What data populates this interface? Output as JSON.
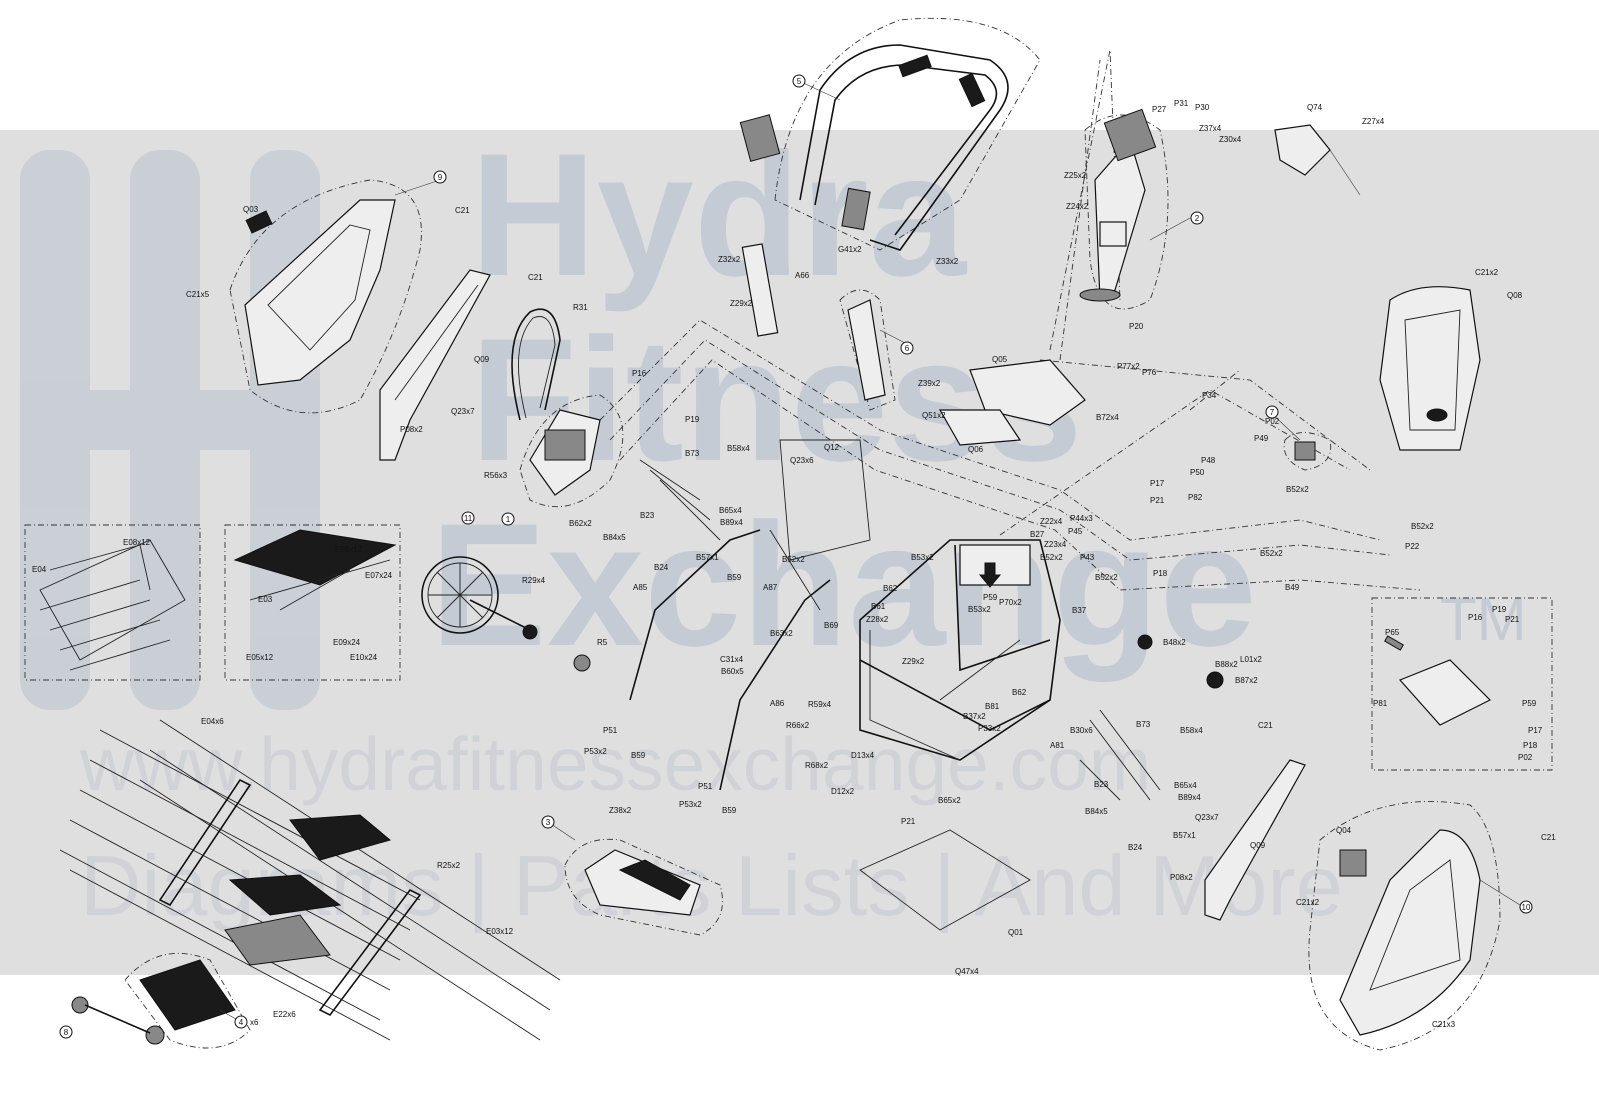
{
  "watermark": {
    "brand_lines": [
      "Hydra",
      "Fitness",
      "Exchange"
    ],
    "tm": "TM",
    "url": "www.hydrafitnessexchange.com",
    "tagline": "Diagrams | Parts Lists | And More"
  },
  "callouts": [
    "1",
    "2",
    "3",
    "4",
    "5",
    "6",
    "7",
    "8",
    "9",
    "10",
    "11"
  ],
  "labels": {
    "q03": "Q03",
    "c21": "C21",
    "c21x5": "C21x5",
    "c21b": "C21",
    "q09": "Q09",
    "q23x7": "Q23x7",
    "p08x2": "P08x2",
    "r31": "R31",
    "r56x3": "R56x3",
    "b62x2": "B62x2",
    "p16": "P16",
    "p19": "P19",
    "b73": "B73",
    "b58x4": "B58x4",
    "b23": "B23",
    "b65x4": "B65x4",
    "b89x4": "B89x4",
    "b84x5": "B84x5",
    "b24": "B24",
    "b57x1": "B57x1",
    "b59": "B59",
    "q12": "Q12",
    "q23x6": "Q23x6",
    "a87": "A87",
    "b52x2": "B52x2",
    "a85": "A85",
    "c31x4": "C31x4",
    "b60x5": "B60x5",
    "a86": "A86",
    "p51": "P51",
    "p53x2": "P53x2",
    "b59b": "B59",
    "p51b": "P51",
    "p53x2b": "P53x2",
    "b59c": "B59",
    "b63x2": "B63x2",
    "b69": "B69",
    "r66x2": "R66x2",
    "r68x2": "R68x2",
    "r59x4": "R59x4",
    "d13x4": "D13x4",
    "d12x2": "D12x2",
    "z32x2": "Z32x2",
    "a66": "A66",
    "z29x2": "Z29x2",
    "g41x2": "G41x2",
    "z33x2": "Z33x2",
    "z39x2": "Z39x2",
    "q51x2": "Q51x2",
    "q06": "Q06",
    "q05": "Q05",
    "b72x4": "B72x4",
    "p77x2": "P77x2",
    "p76": "P76",
    "p34": "P34",
    "p02": "P02",
    "p49": "P49",
    "p27": "P27",
    "p31": "P31",
    "p30": "P30",
    "z37x4": "Z37x4",
    "z30x4": "Z30x4",
    "z25x2": "Z25x2",
    "z24x2": "Z24x2",
    "p20": "P20",
    "q74": "Q74",
    "z27x4": "Z27x4",
    "c21x2": "C21x2",
    "q08": "Q08",
    "b53x2": "B53x2",
    "z22x4": "Z22x4",
    "b27": "B27",
    "z23x4": "Z23x4",
    "p44x3": "P44x3",
    "p45": "P45",
    "p43": "P43",
    "p59": "P59",
    "p70x2": "P70x2",
    "b52x2b": "B52x2",
    "b37": "B37",
    "p18": "P18",
    "b52x2c": "B52x2",
    "b49": "B49",
    "b52x2d": "B52x2",
    "p22": "P22",
    "p48": "P48",
    "p50": "P50",
    "p17": "P17",
    "p21": "P21",
    "p82": "P82",
    "b62": "B62",
    "b61": "B61",
    "z28x2": "Z28x2",
    "z29x2b": "Z29x2",
    "b37x2": "B37x2",
    "p33x2": "P33x2",
    "b81": "B81",
    "b62b": "B62",
    "b30x6": "B30x6",
    "a81": "A81",
    "b65x2": "B65x2",
    "p21b": "P21",
    "b73b": "B73",
    "b58x4b": "B58x4",
    "b23b": "B23",
    "b65x4b": "B65x4",
    "b89x4b": "B89x4",
    "b84x5b": "B84x5",
    "b24b": "B24",
    "b57x1b": "B57x1",
    "q01": "Q01",
    "q47x4": "Q47x4",
    "b48x2": "B48x2",
    "l01x2": "L01x2",
    "b88x2": "B88x2",
    "b87x2": "B87x2",
    "p65": "P65",
    "p16b": "P16",
    "p19b": "P19",
    "p21c": "P21",
    "p81": "P81",
    "p59b": "P59",
    "p17b": "P17",
    "p18b": "P18",
    "p02b": "P02",
    "c21c": "C21",
    "q23x7b": "Q23x7",
    "q09b": "Q09",
    "p08x2b": "P08x2",
    "q04": "Q04",
    "c21d": "C21",
    "c21x2b": "C21x2",
    "c21x3": "C21x3",
    "e08x12": "E08x12",
    "e04": "E04",
    "e08x12b": "E08x12",
    "e03": "E03",
    "e07x24": "E07x24",
    "e05x12": "E05x12",
    "e09x24": "E09x24",
    "e10x24": "E10x24",
    "r29x4": "R29x4",
    "r5": "R5",
    "e04x6": "E04x6",
    "r25x2": "R25x2",
    "e03x12": "E03x12",
    "e22x6": "E22x6",
    "x6": "x6",
    "z38x2": "Z38x2",
    "b53x2b": "B53x2"
  }
}
